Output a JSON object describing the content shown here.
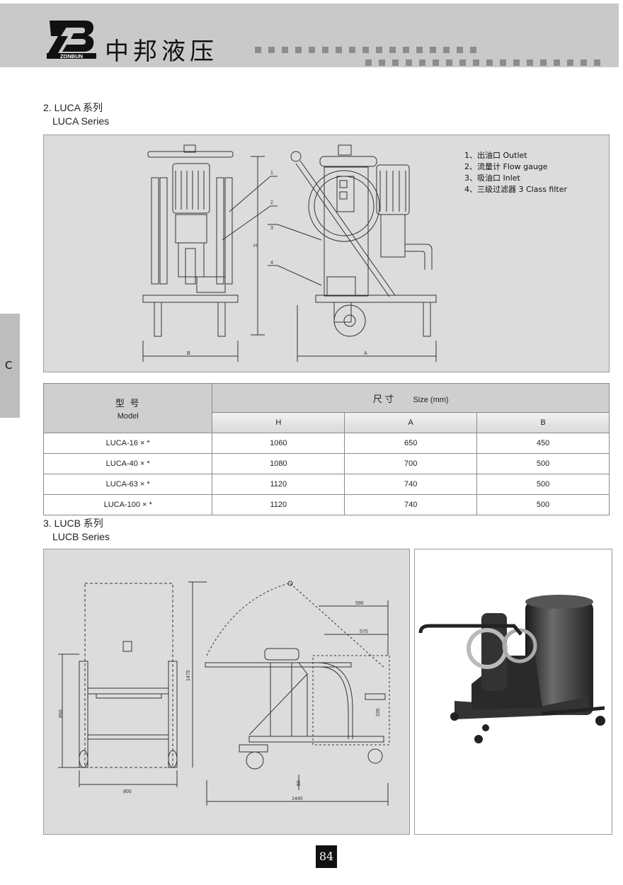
{
  "header": {
    "logo_letters": "ZB",
    "logo_sub": "ZONBUN",
    "brand_cn": "中邦液压"
  },
  "side_tab": {
    "label": "C"
  },
  "luca": {
    "title_cn": "2. LUCA  系列",
    "title_en": "LUCA Series",
    "legend": [
      "1、出油口  Outlet",
      "2、流量计  Flow gauge",
      "3、吸油口  Inlet",
      "4、三级过滤器 3 Class filter"
    ],
    "callouts": [
      "1",
      "2",
      "3",
      "4"
    ],
    "dim_labels": {
      "h": "H",
      "b": "B",
      "a": "A"
    }
  },
  "table": {
    "model_cn": "型 号",
    "model_en": "Model",
    "size_cn": "尺    寸",
    "size_en": "Size  (mm)",
    "col_h": "H",
    "col_a": "A",
    "col_b": "B",
    "rows": [
      {
        "model": "LUCA-16 × *",
        "h": "1060",
        "a": "650",
        "b": "450"
      },
      {
        "model": "LUCA-40 × *",
        "h": "1080",
        "a": "700",
        "b": "500"
      },
      {
        "model": "LUCA-63 × *",
        "h": "1120",
        "a": "740",
        "b": "500"
      },
      {
        "model": "LUCA-100 × *",
        "h": "1120",
        "a": "740",
        "b": "500"
      }
    ]
  },
  "lucb": {
    "title_cn": "3. LUCB  系列",
    "title_en": "LUCB Series",
    "dims": {
      "w800": "800",
      "h850": "850",
      "h1475": "1475",
      "d590": "590",
      "d570": "570",
      "d50": "50",
      "d1440": "1440",
      "d235": "235"
    }
  },
  "page_number": "84",
  "colors": {
    "header_bg": "#c9c9c9",
    "panel_bg": "#dcdcdc",
    "line": "#333333"
  }
}
